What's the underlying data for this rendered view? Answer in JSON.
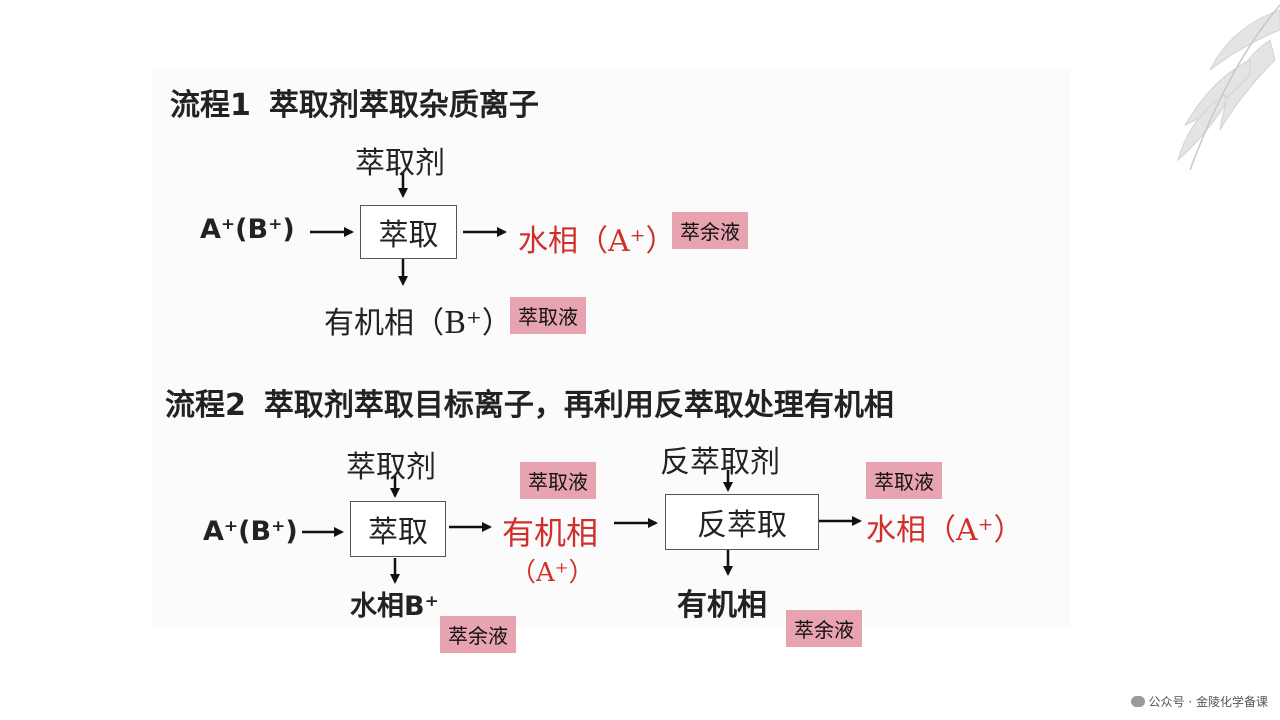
{
  "flow1": {
    "title_label": "流程1",
    "title_text": "萃取剂萃取杂质离子",
    "extractant": "萃取剂",
    "input": "A⁺(B⁺)",
    "box": "萃取",
    "output_aqueous": "水相（A⁺）",
    "output_organic": "有机相（B⁺）",
    "tag_raffinate": "萃余液",
    "tag_extract": "萃取液"
  },
  "flow2": {
    "title_label": "流程2",
    "title_text": "萃取剂萃取目标离子，再利用反萃取处理有机相",
    "extractant": "萃取剂",
    "input": "A⁺(B⁺)",
    "box1": "萃取",
    "organic_phase": "有机相",
    "organic_ion": "（A⁺）",
    "aqueous_b": "水相B⁺",
    "tag_extract1": "萃取液",
    "tag_raffinate1": "萃余液",
    "back_extractant": "反萃取剂",
    "box2": "反萃取",
    "output_aqueous": "水相（A⁺）",
    "output_organic": "有机相",
    "tag_extract2": "萃取液",
    "tag_raffinate2": "萃余液"
  },
  "watermark": "公众号 · 金陵化学备课",
  "colors": {
    "red_text": "#d0302c",
    "tag_bg": "#e7a3b0"
  },
  "icons": [
    "leaf-decoration-icon",
    "wechat-icon"
  ]
}
